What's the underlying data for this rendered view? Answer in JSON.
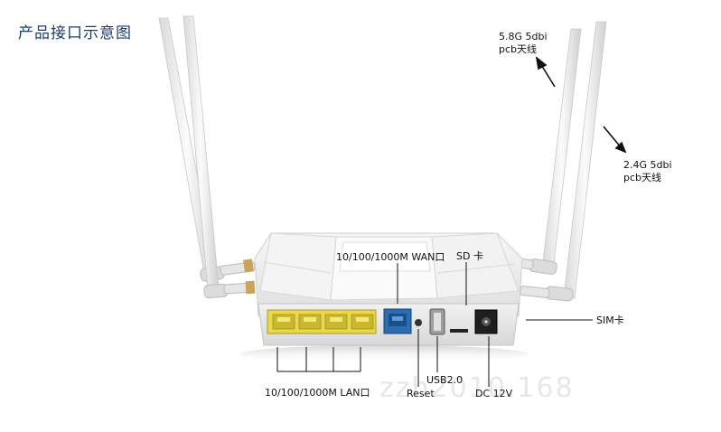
{
  "title": "产品接口示意图",
  "labels": {
    "antenna_5g_line1": "5.8G 5dbi",
    "antenna_5g_line2": "pcb天线",
    "antenna_24g_line1": "2.4G 5dbi",
    "antenna_24g_line2": "pcb天线",
    "wan_port": "10/100/1000M WAN口",
    "sd_card": "SD 卡",
    "sim_card": "SIM卡",
    "lan_ports": "10/100/1000M LAN口",
    "reset": "Reset",
    "usb": "USB2.0",
    "dc": "DC 12V"
  },
  "watermark": "zzh2010.168",
  "colors": {
    "title": "#1a3d6e",
    "lan_port": "#e8d84a",
    "wan_port": "#2a6db5",
    "router_body": "#eeeeee"
  }
}
